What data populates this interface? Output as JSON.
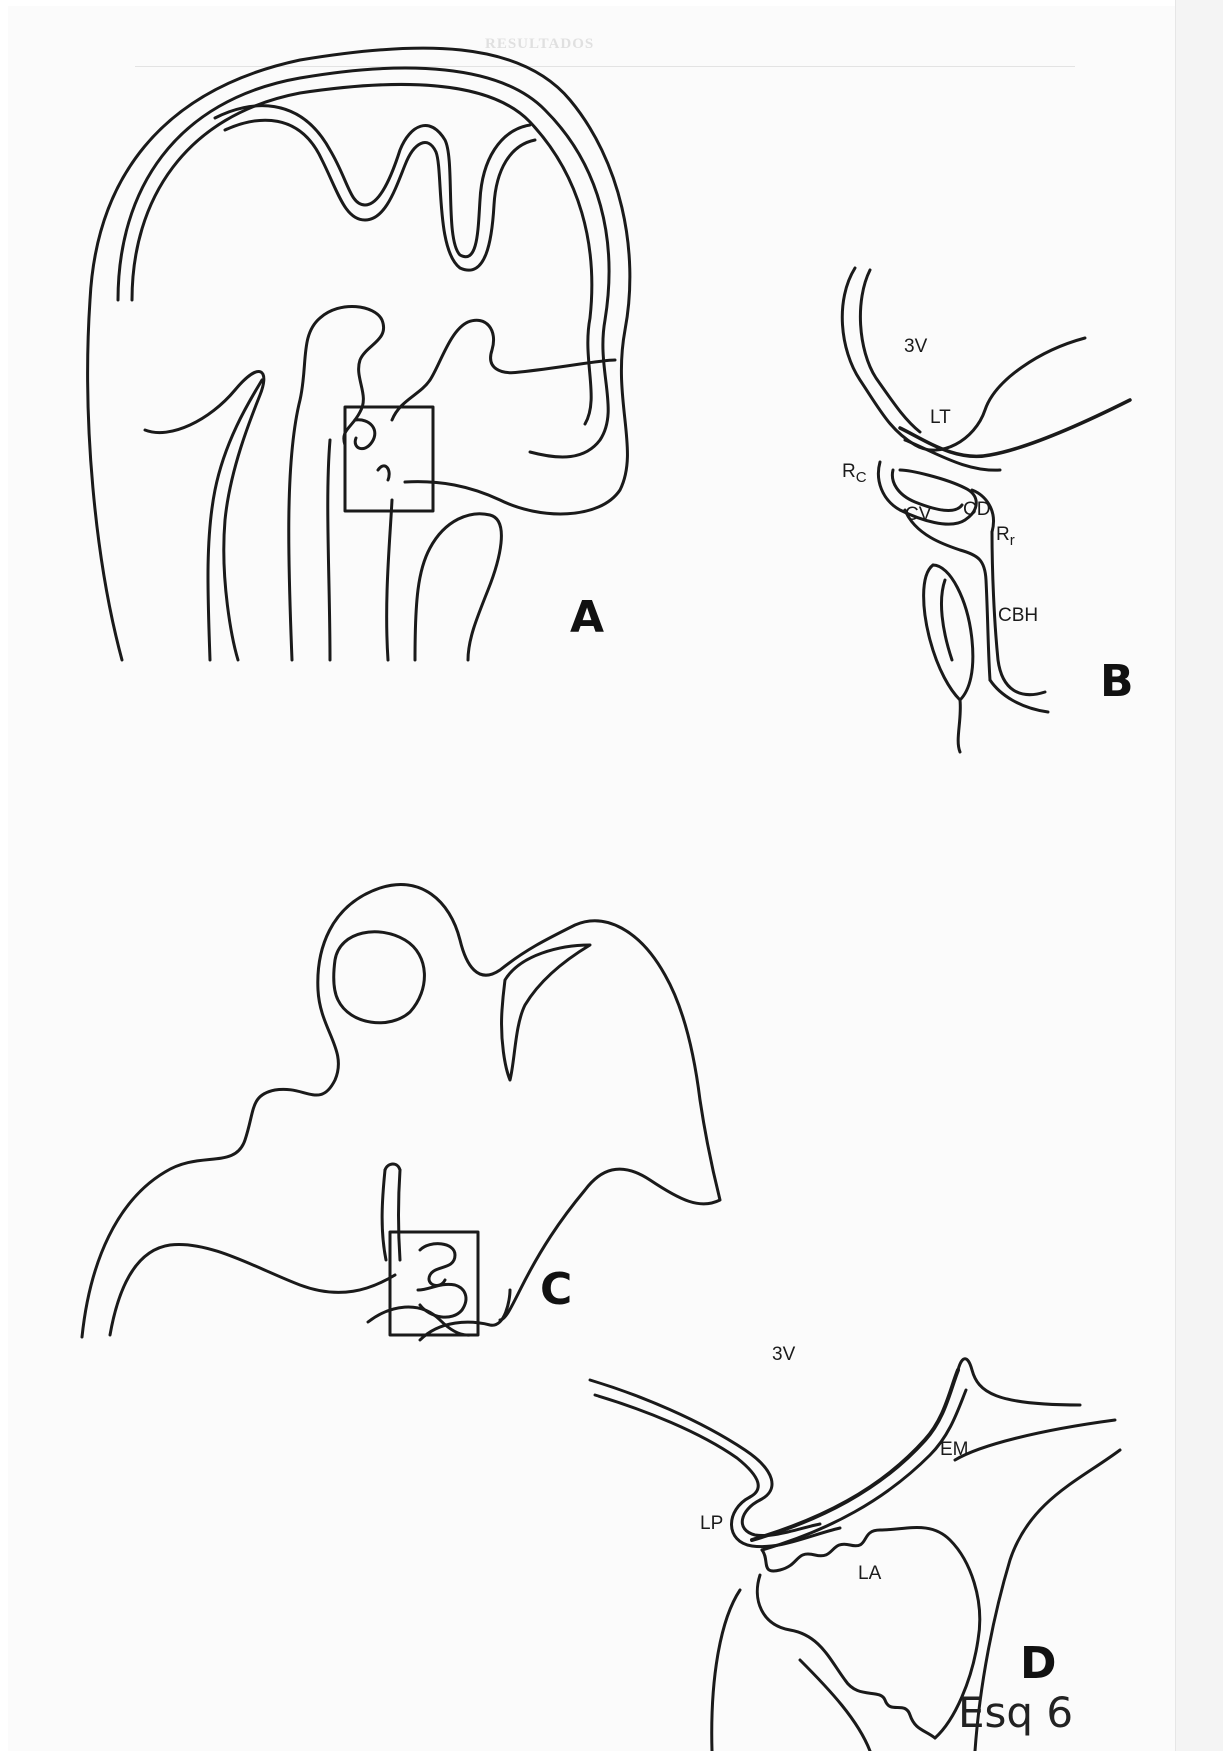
{
  "header": "RESULTADOS",
  "figure": {
    "caption": "Esq 6",
    "panels": [
      "A",
      "B",
      "C",
      "D"
    ]
  },
  "panel_b_labels": {
    "third_ventricle": "3V",
    "lamina_terminalis": "LT",
    "recess_c": "R",
    "recess_c_sub": "C",
    "cv": "CV",
    "cd": "CD",
    "recess_r": "R",
    "recess_r_sub": "r",
    "cbh": "CBH"
  },
  "panel_d_labels": {
    "third_ventricle": "3V",
    "em": "EM",
    "lp": "LP",
    "la": "LA"
  },
  "line_color": "#1a1a1a"
}
